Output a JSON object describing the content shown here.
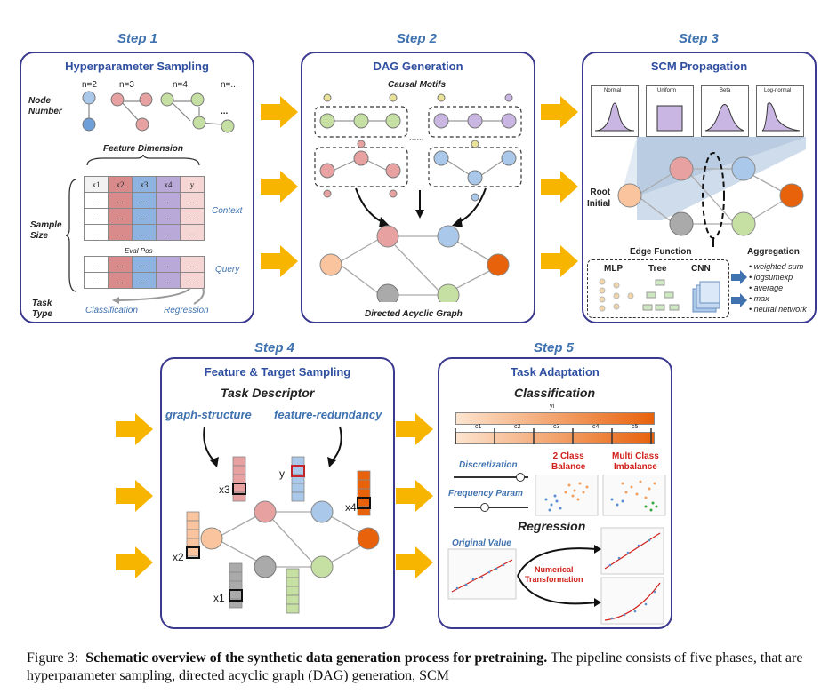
{
  "steps": [
    "Step 1",
    "Step 2",
    "Step 3",
    "Step 4",
    "Step 5"
  ],
  "panel1": {
    "title": "Hyperparameter Sampling",
    "node_number_label": "Node\nNumber",
    "n_labels": [
      "n=2",
      "n=3",
      "n=4",
      "n=..."
    ],
    "ellipsis": "...",
    "feature_dimension": "Feature Dimension",
    "headers": [
      "x1",
      "x2",
      "x3",
      "x4",
      "y"
    ],
    "cell": "...",
    "sample_size": "Sample\nSize",
    "context": "Context",
    "eval_pos": "Eval Pos",
    "query": "Query",
    "task_type": "Task\nType",
    "classification": "Classification",
    "regression": "Regression"
  },
  "panel2": {
    "title": "DAG Generation",
    "causal_motifs": "Causal Motifs",
    "dots": "......",
    "dag": "Directed Acyclic Graph"
  },
  "panel3": {
    "title": "SCM Propagation",
    "dists": [
      "Normal",
      "Uniform",
      "Beta",
      "Log-normal"
    ],
    "root_initial": "Root\nInitial",
    "edge_function": "Edge Function",
    "aggregation": "Aggregation",
    "edge_types": [
      "MLP",
      "Tree",
      "CNN"
    ],
    "agg_items": [
      "weighted sum",
      "logsumexp",
      "average",
      "max",
      "neural network"
    ]
  },
  "panel4": {
    "title": "Feature & Target Sampling",
    "task_descriptor": "Task Descriptor",
    "graph_structure": "graph-structure",
    "feature_redundancy": "feature-redundancy",
    "vars": [
      "x3",
      "y",
      "x4",
      "x2",
      "x1"
    ]
  },
  "panel5": {
    "title": "Task Adaptation",
    "classification": "Classification",
    "yi": "yi",
    "bins": [
      "c1",
      "c2",
      "c3",
      "c4",
      "c5"
    ],
    "discretization": "Discretization",
    "frequency_param": "Frequency Param",
    "two_class": "2 Class\nBalance",
    "multi_class": "Multi Class\nImbalance",
    "regression": "Regression",
    "original_value": "Original Value",
    "numerical_transformation": "Numerical\nTransformation"
  },
  "caption": {
    "prefix": "Figure 3:",
    "bold": "Schematic overview of the synthetic data generation process for pretraining.",
    "rest": "The pipeline consists of five phases, that are hyperparameter sampling, directed acyclic graph (DAG) generation, SCM"
  },
  "colors": {
    "panel_border": "#3b3a8f",
    "step_blue": "#3f72af",
    "arrow_yellow": "#f8b500",
    "node_orange": "#f9b48a",
    "node_red": "#e8a1a1",
    "node_blue": "#a9c8ea",
    "node_green": "#c6e0a4",
    "node_gray": "#b0b0b0",
    "node_dark_orange": "#e8620c"
  }
}
